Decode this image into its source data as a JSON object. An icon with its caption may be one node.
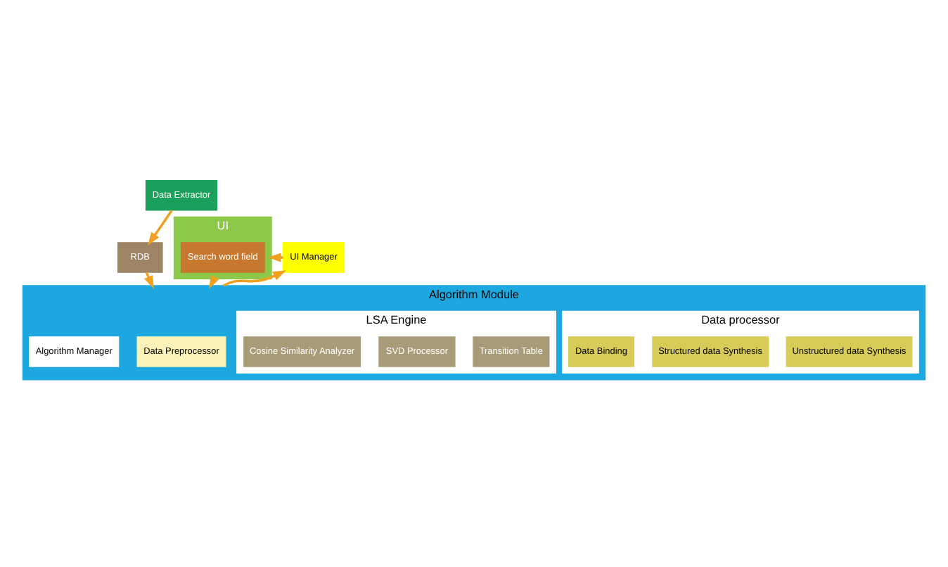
{
  "diagram": {
    "nodes": [
      {
        "text": [
          "Data Extractor"
        ]
      },
      {
        "text": [
          "RDB"
        ]
      },
      {
        "text": [
          "UI"
        ]
      },
      {
        "text": [
          "Search word field"
        ],
        "in": 2
      },
      {
        "text": [
          "UI Manager"
        ]
      },
      {
        "text": [
          "Algorithm Module"
        ]
      },
      {
        "text": [
          "Data Preprocessor"
        ],
        "in": 5
      },
      {
        "text": [
          "Data processor"
        ],
        "in": 5
      },
      {
        "text": [
          "Unstructured data Synthesis"
        ],
        "in": 7
      },
      {
        "text": [
          "Structured data Synthesis"
        ],
        "in": 7
      },
      {
        "text": [
          "Data Binding"
        ],
        "in": 7
      },
      {
        "text": [
          "Algorithm Manager"
        ],
        "in": 5
      },
      {
        "text": [
          "LSA Engine"
        ],
        "in": 5
      },
      {
        "text": [
          "Transition Table"
        ],
        "in": 12
      },
      {
        "text": [
          "SVD Processor"
        ],
        "in": 12
      },
      {
        "text": [
          "Cosine Similarity Analyzer"
        ],
        "in": 12
      }
    ],
    "edges": [
      {
        "from": 0,
        "to": 1,
        "arrow": "to"
      },
      {
        "from": 1,
        "to": 5,
        "arrow": "to"
      },
      {
        "from": 2,
        "to": 5,
        "arrow": "to"
      },
      {
        "from": 4,
        "to": 2,
        "arrow": "to"
      },
      {
        "from": 5,
        "to": 4,
        "arrow": "to"
      }
    ]
  }
}
